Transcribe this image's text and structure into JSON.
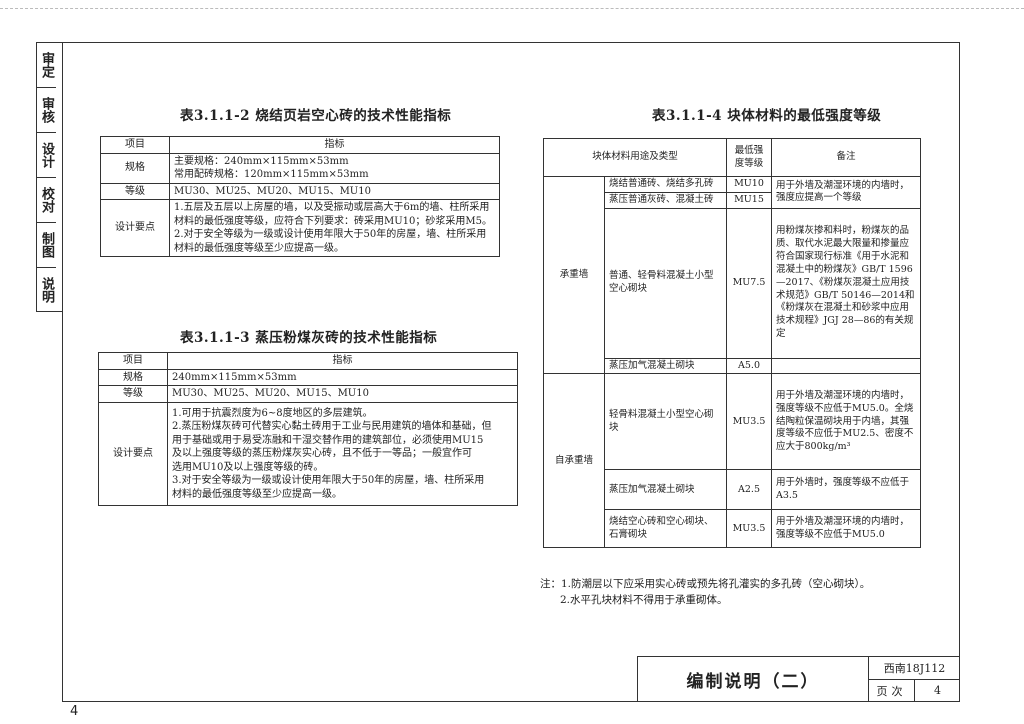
{
  "sidebar": [
    "审定",
    "审核",
    "设计",
    "校对",
    "制图",
    "说明"
  ],
  "table2": {
    "title": "表3.1.1-2 烧结页岩空心砖的技术性能指标",
    "head": [
      "项目",
      "指标"
    ],
    "spec_label": "规格",
    "spec_lines": [
      "主要规格：240mm×115mm×53mm",
      "常用配砖规格：120mm×115mm×53mm"
    ],
    "grade_label": "等级",
    "grade_value": "MU30、MU25、MU20、MU15、MU10",
    "design_label": "设计要点",
    "design_lines": [
      "1.五层及五层以上房屋的墙，以及受振动或层高大于6m的墙、柱所采用",
      "材料的最低强度等级，应符合下列要求：砖采用MU10；砂浆采用M5。",
      "2.对于安全等级为一级或设计使用年限大于50年的房屋，墙、柱所采用",
      "材料的最低强度等级至少应提高一级。"
    ]
  },
  "table3": {
    "title": "表3.1.1-3 蒸压粉煤灰砖的技术性能指标",
    "head": [
      "项目",
      "指标"
    ],
    "spec_label": "规格",
    "spec_value": "240mm×115mm×53mm",
    "grade_label": "等级",
    "grade_value": "MU30、MU25、MU20、MU15、MU10",
    "design_label": "设计要点",
    "design_lines": [
      "1.可用于抗震烈度为6~8度地区的多层建筑。",
      "2.蒸压粉煤灰砖可代替实心黏土砖用于工业与民用建筑的墙体和基础，但",
      "用于基础或用于易受冻融和干湿交替作用的建筑部位，必须使用MU15",
      "及以上强度等级的蒸压粉煤灰实心砖，且不低于一等品；一般宜作可",
      "选用MU10及以上强度等级的砖。",
      "3.对于安全等级为一级或设计使用年限大于50年的房屋，墙、柱所采用",
      "材料的最低强度等级至少应提高一级。"
    ]
  },
  "table4": {
    "title": "表3.1.1-4 块体材料的最低强度等级",
    "head": [
      "块体材料用途及类型",
      "最低强度等级",
      "备注"
    ],
    "group1": "承重墙",
    "group2": "自承重墙",
    "rows": [
      {
        "type": "烧结普通砖、烧结多孔砖",
        "grade": "MU10",
        "note": "用于外墙及潮湿环境的内墙时，强度应提高一个等级"
      },
      {
        "type": "蒸压普通灰砖、混凝土砖",
        "grade": "MU15",
        "note": ""
      },
      {
        "type": "普通、轻骨料混凝土小型空心砌块",
        "grade": "MU7.5",
        "note": "用粉煤灰掺和料时，粉煤灰的品质、取代水泥最大限量和掺量应符合国家现行标准《用于水泥和混凝土中的粉煤灰》GB/T 1596—2017、《粉煤灰混凝土应用技术规范》GB/T 50146—2014和《粉煤灰在混凝土和砂浆中应用技术规程》JGJ 28—86的有关规定"
      },
      {
        "type": "蒸压加气混凝土砌块",
        "grade": "A5.0",
        "note": ""
      },
      {
        "type": "轻骨料混凝土小型空心砌块",
        "grade": "MU3.5",
        "note": "用于外墙及潮湿环境的内墙时，强度等级不应低于MU5.0。全烧结陶粒保温砌块用于内墙，其强度等级不应低于MU2.5、密度不应大于800kg/m³"
      },
      {
        "type": "蒸压加气混凝土砌块",
        "grade": "A2.5",
        "note": "用于外墙时，强度等级不应低于A3.5"
      },
      {
        "type": "烧结空心砖和空心砌块、石膏砌块",
        "grade": "MU3.5",
        "note": "用于外墙及潮湿环境的内墙时，强度等级不应低于MU5.0"
      }
    ]
  },
  "notes": [
    "注：1.防潮层以下应采用实心砖或预先将孔灌实的多孔砖（空心砌块）。",
    "2.水平孔块材料不得用于承重砌体。"
  ],
  "titleblock": {
    "name": "编制说明（二）",
    "code": "西南18J112",
    "page_label": "页次",
    "page_num": "4"
  },
  "page_number": "4"
}
